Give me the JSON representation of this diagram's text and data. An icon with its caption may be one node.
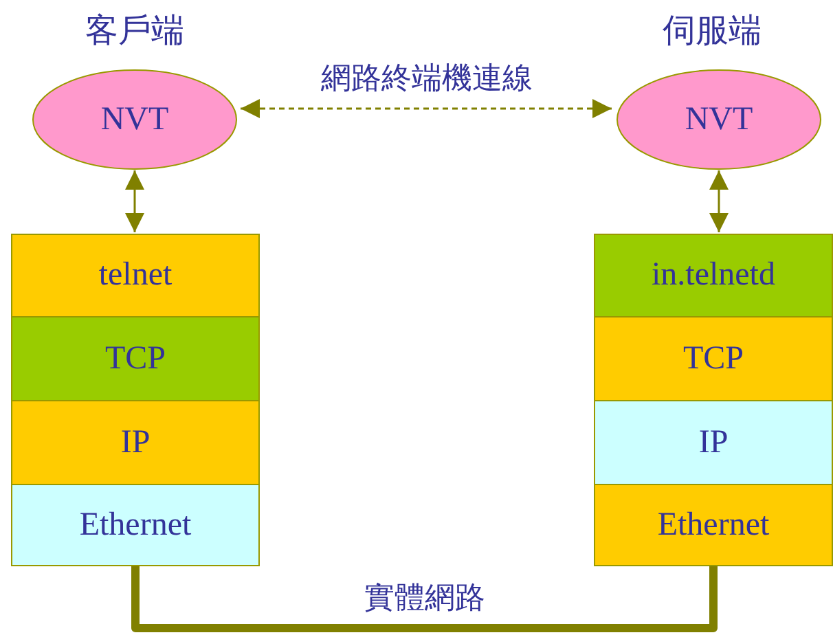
{
  "diagram": {
    "nodes": [
      {
        "text": [
          "NVT"
        ],
        "beside": [
          "客戶端"
        ]
      },
      {
        "text": [
          "NVT"
        ],
        "beside": [
          "伺服端"
        ]
      },
      {
        "text": [
          "telnet"
        ]
      },
      {
        "text": [
          "TCP"
        ]
      },
      {
        "text": [
          "IP"
        ]
      },
      {
        "text": [
          "Ethernet"
        ]
      },
      {
        "text": [
          "in.telnetd"
        ]
      },
      {
        "text": [
          "TCP"
        ]
      },
      {
        "text": [
          "IP"
        ]
      },
      {
        "text": [
          "Ethernet"
        ]
      }
    ],
    "edges": [
      {
        "from": 0,
        "to": 1,
        "arrow": "both",
        "style": "dashed",
        "label": "網路終端機連線"
      },
      {
        "from": 0,
        "to": 2,
        "arrow": "both"
      },
      {
        "from": 1,
        "to": 6,
        "arrow": "both"
      },
      {
        "from": 5,
        "to": 9,
        "arrow": "none",
        "style": "thick",
        "label": "實體網路"
      }
    ]
  }
}
